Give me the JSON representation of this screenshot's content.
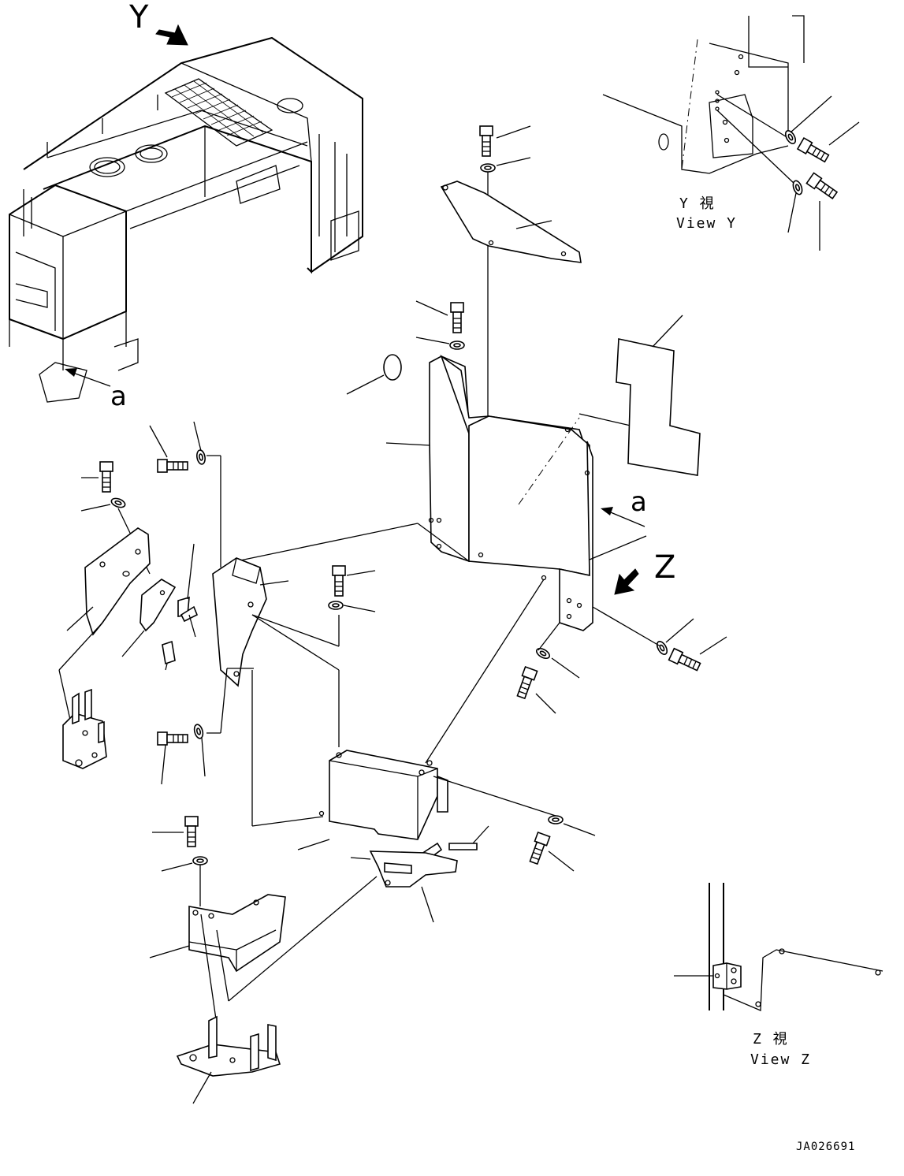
{
  "labels": {
    "view_y_marker": "Y",
    "view_z_marker": "Z",
    "arrow_a_top": "a",
    "arrow_a_right": "a",
    "view_y_jp": "Y 視",
    "view_y_en": "View Y",
    "view_z_jp": "Z 視",
    "view_z_en": "View Z",
    "drawing_ref": "JA026691"
  },
  "icons": {
    "bolt": "bolt-icon",
    "washer": "washer-icon",
    "arrow": "direction-arrow-icon"
  },
  "colors": {
    "ink": "#000000",
    "paper": "#ffffff"
  }
}
